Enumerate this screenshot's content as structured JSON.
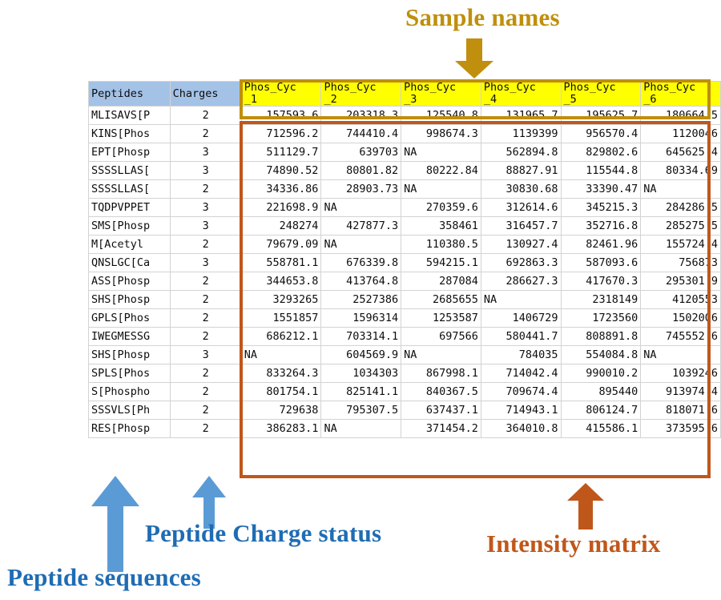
{
  "annotations": {
    "sample_names": {
      "label": "Sample names",
      "color": "#bf8f0d"
    },
    "intensity_matrix": {
      "label": "Intensity matrix",
      "color": "#c0571a"
    },
    "peptide_charge": {
      "label": "Peptide Charge status",
      "color": "#1f6cb4"
    },
    "peptide_sequences": {
      "label": "Peptide sequences",
      "color": "#1f6cb4"
    }
  },
  "table": {
    "header_bg": "#a4c2e6",
    "sample_header_bg": "#ffff00",
    "columns": [
      "Peptides",
      "Charges",
      "Phos_Cyc_1",
      "Phos_Cyc_2",
      "Phos_Cyc_3",
      "Phos_Cyc_4",
      "Phos_Cyc_5",
      "Phos_Cyc_6"
    ],
    "sample_headers": [
      {
        "line1": "Phos_Cyc",
        "line2": "_1"
      },
      {
        "line1": "Phos_Cyc",
        "line2": "_2"
      },
      {
        "line1": "Phos_Cyc",
        "line2": "_3"
      },
      {
        "line1": "Phos_Cyc",
        "line2": "_4"
      },
      {
        "line1": "Phos_Cyc",
        "line2": "_5"
      },
      {
        "line1": "Phos_Cyc",
        "line2": "_6"
      }
    ],
    "rows": [
      {
        "peptide": "MLISAVS[P",
        "charge": "2",
        "values": [
          "157593.6",
          "203318.3",
          "125540.8",
          "131965.7",
          "195625.7",
          "180664.5"
        ]
      },
      {
        "peptide": "KINS[Phos",
        "charge": "2",
        "values": [
          "712596.2",
          "744410.4",
          "998674.3",
          "1139399",
          "956570.4",
          "1120046"
        ]
      },
      {
        "peptide": "EPT[Phosp",
        "charge": "3",
        "values": [
          "511129.7",
          "639703",
          "NA",
          "562894.8",
          "829802.6",
          "645625.4"
        ]
      },
      {
        "peptide": "SSSSLLAS[",
        "charge": "3",
        "values": [
          "74890.52",
          "80801.82",
          "80222.84",
          "88827.91",
          "115544.8",
          "80334.69"
        ]
      },
      {
        "peptide": "SSSSLLAS[",
        "charge": "2",
        "values": [
          "34336.86",
          "28903.73",
          "NA",
          "30830.68",
          "33390.47",
          "NA"
        ]
      },
      {
        "peptide": "TQDPVPPET",
        "charge": "3",
        "values": [
          "221698.9",
          "NA",
          "270359.6",
          "312614.6",
          "345215.3",
          "284286.5"
        ]
      },
      {
        "peptide": "SMS[Phosp",
        "charge": "3",
        "values": [
          "248274",
          "427877.3",
          "358461",
          "316457.7",
          "352716.8",
          "285275.5"
        ]
      },
      {
        "peptide": "M[Acetyl",
        "charge": "2",
        "values": [
          "79679.09",
          "NA",
          "110380.5",
          "130927.4",
          "82461.96",
          "155724.4"
        ]
      },
      {
        "peptide": "QNSLGC[Ca",
        "charge": "3",
        "values": [
          "558781.1",
          "676339.8",
          "594215.1",
          "692863.3",
          "587093.6",
          "756873"
        ]
      },
      {
        "peptide": "ASS[Phosp",
        "charge": "2",
        "values": [
          "344653.8",
          "413764.8",
          "287084",
          "286627.3",
          "417670.3",
          "295301.9"
        ]
      },
      {
        "peptide": "SHS[Phosp",
        "charge": "2",
        "values": [
          "3293265",
          "2527386",
          "2685655",
          "NA",
          "2318149",
          "4120553"
        ]
      },
      {
        "peptide": "GPLS[Phos",
        "charge": "2",
        "values": [
          "1551857",
          "1596314",
          "1253587",
          "1406729",
          "1723560",
          "1502006"
        ]
      },
      {
        "peptide": "IWEGMESSG",
        "charge": "2",
        "values": [
          "686212.1",
          "703314.1",
          "697566",
          "580441.7",
          "808891.8",
          "745552.6"
        ]
      },
      {
        "peptide": "SHS[Phosp",
        "charge": "3",
        "values": [
          "NA",
          "604569.9",
          "NA",
          "784035",
          "554084.8",
          "NA"
        ]
      },
      {
        "peptide": "SPLS[Phos",
        "charge": "2",
        "values": [
          "833264.3",
          "1034303",
          "867998.1",
          "714042.4",
          "990010.2",
          "1039246"
        ]
      },
      {
        "peptide": "S[Phospho",
        "charge": "2",
        "values": [
          "801754.1",
          "825141.1",
          "840367.5",
          "709674.4",
          "895440",
          "913974.4"
        ]
      },
      {
        "peptide": "SSSVLS[Ph",
        "charge": "2",
        "values": [
          "729638",
          "795307.5",
          "637437.1",
          "714943.1",
          "806124.7",
          "818071.6"
        ]
      },
      {
        "peptide": "RES[Phosp",
        "charge": "2",
        "values": [
          "386283.1",
          "NA",
          "371454.2",
          "364010.8",
          "415586.1",
          "373595.6"
        ]
      }
    ]
  }
}
